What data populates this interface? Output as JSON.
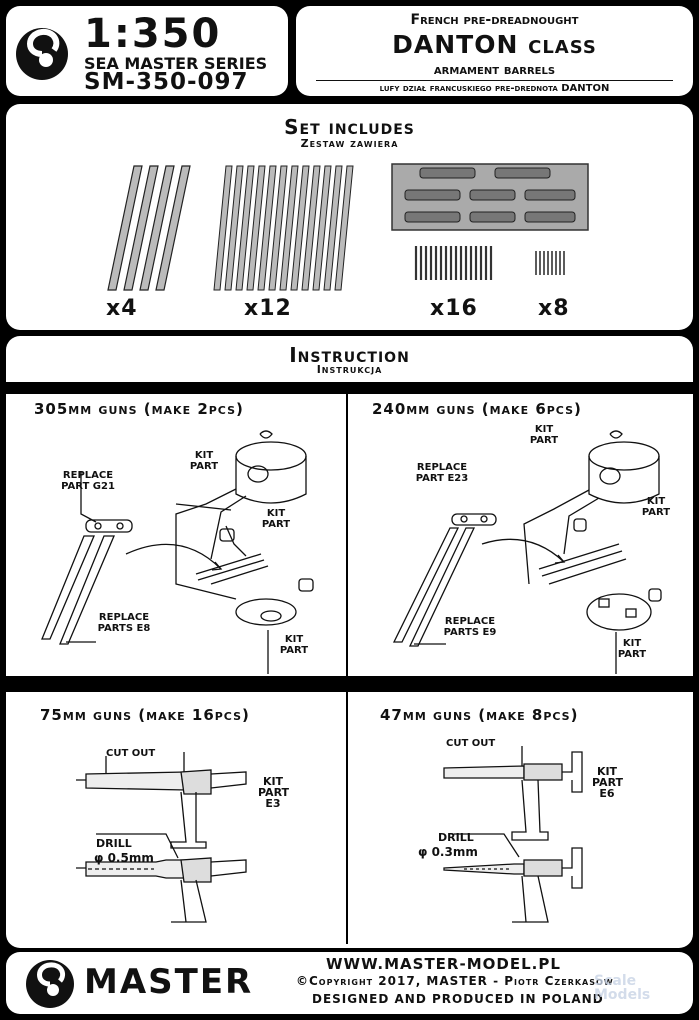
{
  "header": {
    "scale": "1:350",
    "series": "SEA MASTER SERIES",
    "code": "SM-350-097",
    "subtitle": "French pre-dreadnought",
    "title": "DANTON class",
    "item": "armament barrels",
    "polish": "lufy dział francuskiego pre-drednota DANTON"
  },
  "set_includes": {
    "title": "Set includes",
    "subtitle": "Zestaw zawiera",
    "quantities": [
      "x4",
      "x12",
      "x16",
      "x8"
    ]
  },
  "instruction": {
    "title": "Instruction",
    "subtitle": "Instrukcja"
  },
  "guns": [
    {
      "title": "305mm guns (make 2pcs)",
      "labels": [
        "KIT PART",
        "REPLACE PART G21",
        "KIT PART",
        "REPLACE PARTS E8",
        "KIT PART"
      ]
    },
    {
      "title": "240mm guns (make 6pcs)",
      "labels": [
        "KIT PART",
        "REPLACE PART E23",
        "KIT PART",
        "REPLACE PARTS E9",
        "KIT PART"
      ]
    },
    {
      "title": "75mm guns (make 16pcs)",
      "cut_out": "CUT OUT",
      "kit_part": "KIT PART E3",
      "drill": "DRILL",
      "drill_size": "φ 0.5mm"
    },
    {
      "title": "47mm guns (make 8pcs)",
      "cut_out": "CUT OUT",
      "kit_part": "KIT PART E6",
      "drill": "DRILL",
      "drill_size": "φ 0.3mm"
    }
  ],
  "footer": {
    "brand": "MASTER",
    "website": "WWW.MASTER-MODEL.PL",
    "copyright": "©Copyright 2017, MASTER - Piotr Czerkasow",
    "produced": "DESIGNED AND PRODUCED IN POLAND",
    "watermark": "Scale Models"
  }
}
